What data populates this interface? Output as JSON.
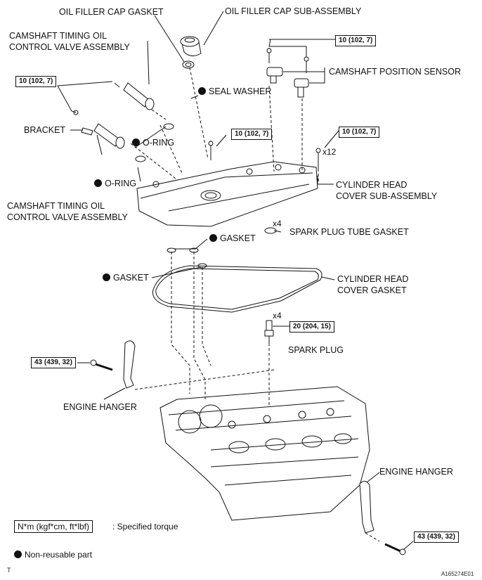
{
  "labels": {
    "oil_filler_cap_gasket": "OIL FILLER CAP GASKET",
    "oil_filler_cap_sub_assembly": "OIL FILLER CAP SUB-ASSEMBLY",
    "camshaft_ocv_top_1": "CAMSHAFT TIMING OIL",
    "camshaft_ocv_top_2": "CONTROL VALVE ASSEMBLY",
    "camshaft_position_sensor": "CAMSHAFT POSITION SENSOR",
    "seal_washer": "SEAL WASHER",
    "bracket": "BRACKET",
    "o_ring_1": "O-RING",
    "o_ring_2": "O-RING",
    "camshaft_ocv_bottom_1": "CAMSHAFT TIMING OIL",
    "camshaft_ocv_bottom_2": "CONTROL VALVE ASSEMBLY",
    "cyl_head_cover_sub_1": "CYLINDER HEAD",
    "cyl_head_cover_sub_2": "COVER SUB-ASSEMBLY",
    "spark_plug_tube_gasket": "SPARK PLUG TUBE GASKET",
    "gasket_1": "GASKET",
    "gasket_2": "GASKET",
    "cyl_head_cover_gasket_1": "CYLINDER HEAD",
    "cyl_head_cover_gasket_2": "COVER GASKET",
    "spark_plug": "SPARK PLUG",
    "engine_hanger_1": "ENGINE HANGER",
    "engine_hanger_2": "ENGINE HANGER"
  },
  "counts": {
    "bolts_x12": "x12",
    "tube_gasket_x4": "x4",
    "spark_plug_x4": "x4"
  },
  "torques": {
    "cps_bolts": "10 (102, 7)",
    "ocv_bolts": "10 (102, 7)",
    "center_bolt": "10 (102, 7)",
    "cover_bolts": "10 (102, 7)",
    "spark_plug": "20 (204, 15)",
    "hanger_left": "43 (439, 32)",
    "hanger_right": "43 (439, 32)"
  },
  "legend": {
    "torque_unit": "N*m (kgf*cm, ft*lbf)",
    "torque_desc": ": Specified torque",
    "non_reusable": "Non-reusable part"
  },
  "footer": {
    "corner_mark": "T",
    "figure_id": "A165274E01"
  },
  "colors": {
    "ink": "#111111",
    "background": "#ffffff"
  }
}
